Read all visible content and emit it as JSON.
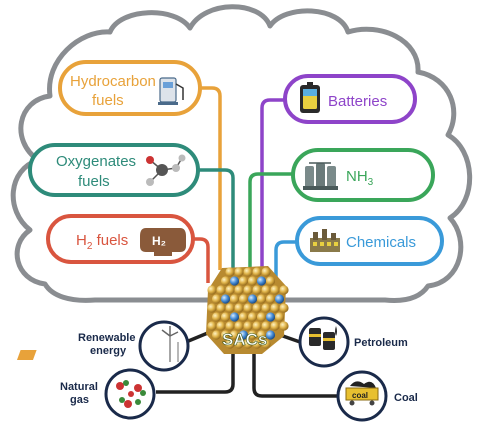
{
  "center": {
    "label": "SACs"
  },
  "products": [
    {
      "id": "hydrocarbon",
      "label_line1": "Hydrocarbon",
      "label_line2": "fuels",
      "color": "#e8a23a",
      "icon": "fuel-pump-icon"
    },
    {
      "id": "oxygenates",
      "label_line1": "Oxygenates",
      "label_line2": "fuels",
      "color": "#2e8b7a",
      "icon": "molecule-icon"
    },
    {
      "id": "h2",
      "label_main": "H",
      "label_sub": "2",
      "label_tail": " fuels",
      "color": "#d9553f",
      "icon": "h2-tank-icon",
      "icon_text": "H₂"
    },
    {
      "id": "batteries",
      "label": "Batteries",
      "color": "#8e44c9",
      "icon": "battery-icon"
    },
    {
      "id": "nh3",
      "label_main": "NH",
      "label_sub": "3",
      "color": "#3aa65a",
      "icon": "tanks-icon"
    },
    {
      "id": "chemicals",
      "label": "Chemicals",
      "color": "#3a9ad9",
      "icon": "factory-icon"
    }
  ],
  "sources": [
    {
      "id": "renewable",
      "label_line1": "Renewable",
      "label_line2": "energy",
      "icon": "solar-wind-icon"
    },
    {
      "id": "natural-gas",
      "label_line1": "Natural",
      "label_line2": "gas",
      "icon": "gas-molecules-icon"
    },
    {
      "id": "petroleum",
      "label": "Petroleum",
      "icon": "oil-barrels-icon"
    },
    {
      "id": "coal",
      "label": "Coal",
      "icon": "coal-cart-icon",
      "icon_text": "coal"
    }
  ]
}
